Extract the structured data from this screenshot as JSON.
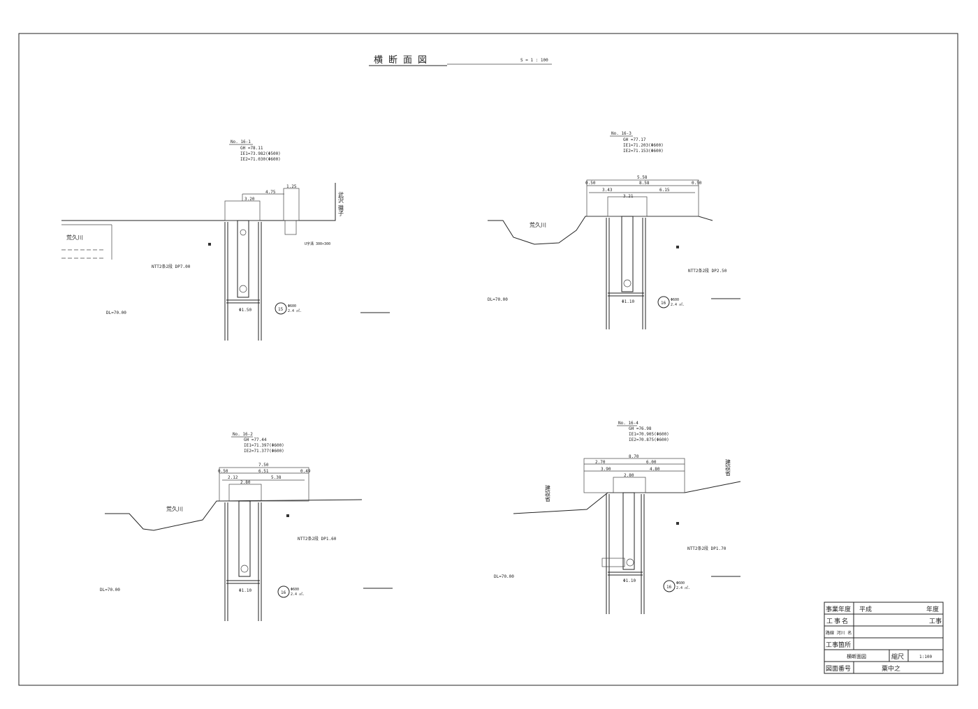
{
  "title": "横断面図",
  "scale": "S = 1 : 100",
  "sections": [
    {
      "no": "No. 16-1",
      "gh": "GH =78.11",
      "ie1": "IE1=73.982(Φ500)",
      "ie2": "IE2=71.030(Φ600)",
      "dims": [
        "4.75",
        "3.20",
        "1.25"
      ],
      "river": "荒久川",
      "side": "武沢 磯子",
      "ditch": "U字溝 300×300",
      "ntt": "NTT2条2段 DP7.00",
      "dl": "DL=70.00",
      "mh": "15",
      "mh_spec": "Φ600",
      "mh_spec2": "2.4 ㎡.",
      "bottom": "Φ1.50"
    },
    {
      "no": "No. 16-3",
      "gh": "GH =77.17",
      "ie1": "IE1=71.203(Φ600)",
      "ie2": "IE2=71.153(Φ600)",
      "dims": [
        "5.58",
        "0.50",
        "8.58",
        "0.50",
        "3.43",
        "6.15",
        "3.21"
      ],
      "river": "荒久川",
      "ntt": "NTT2条2段 DP2.50",
      "dl": "DL=70.00",
      "mh": "16",
      "mh_spec": "Φ600",
      "mh_spec2": "2.4 ㎡.",
      "bottom": "Φ1.10"
    },
    {
      "no": "No. 16-2",
      "gh": "GH =77.44",
      "ie1": "IE1=71.397(Φ600)",
      "ie2": "IE2=71.377(Φ600)",
      "dims": [
        "7.50",
        "0.50",
        "6.51",
        "0.49",
        "2.12",
        "5.38",
        "2.80"
      ],
      "river": "荒久川",
      "ntt": "NTT2条2段 DP1.60",
      "dl": "DL=70.00",
      "mh": "16",
      "mh_spec": "Φ600",
      "mh_spec2": "2.4 ㎡.",
      "bottom": "Φ1.10"
    },
    {
      "no": "No. 16-4",
      "gh": "GH =76.98",
      "ie1": "IE1=70.905(Φ600)",
      "ie2": "IE2=70.875(Φ600)",
      "dims": [
        "8.70",
        "2.70",
        "6.00",
        "3.90",
        "4.80",
        "2.80"
      ],
      "side_l": "建設省",
      "side_r": "建設省",
      "ntt": "NTT2条2段 DP1.70",
      "dl": "DL=70.00",
      "mh": "16",
      "mh_spec": "Φ600",
      "mh_spec2": "2.4 ㎡.",
      "bottom": "Φ1.10"
    }
  ],
  "titleblock": {
    "year_label": "事業年度",
    "year_era": "平成",
    "year_suffix": "年度",
    "work_label": "工事名",
    "work_suffix": "工事",
    "route_label": "路線 河川 名",
    "site_label": "工事箇所",
    "drawing_name": "横断面図",
    "scale_label": "縮尺",
    "scale_value": "1:100",
    "number_label": "図面番号",
    "number_value": "粟中之"
  }
}
